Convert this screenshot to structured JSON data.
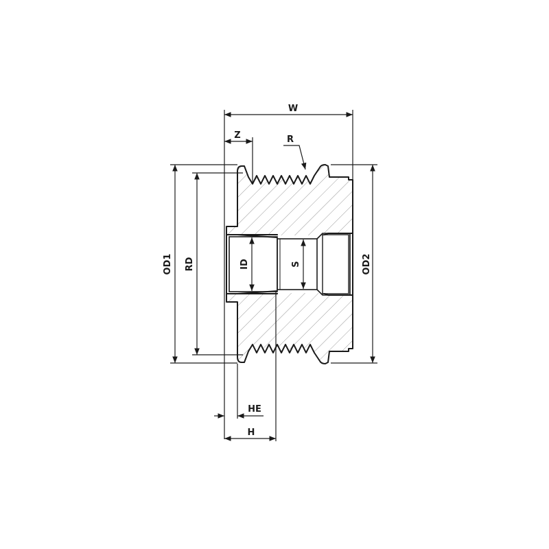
{
  "drawing": {
    "title": "Overrunning alternator pulley cross-section",
    "colors": {
      "line": "#1a1a1a",
      "hatch": "#9a9a9a",
      "background": "#ffffff"
    },
    "dimensions": {
      "width": "W",
      "hub_offset": "Z",
      "groove_radius": "R",
      "outer_diameter_1": "OD1",
      "root_diameter": "RD",
      "inner_diameter": "ID",
      "spline": "S",
      "outer_diameter_2": "OD2",
      "hub_extension": "HE",
      "hub_height": "H"
    }
  }
}
